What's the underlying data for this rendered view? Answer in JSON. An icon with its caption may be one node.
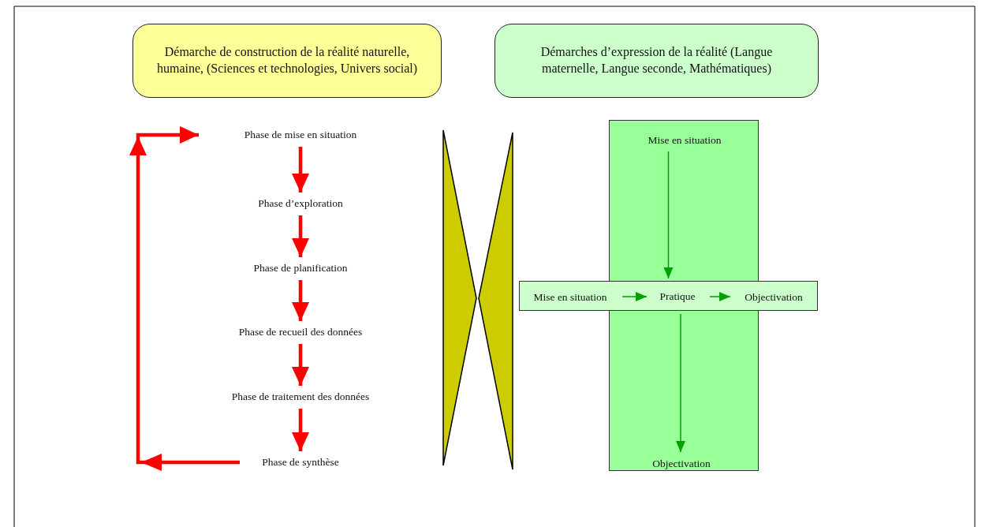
{
  "diagram": {
    "nodes": [
      {
        "text": [
          "Démarche de construction de la réalité naturelle, humaine, (Sciences et technologies, Univers social)"
        ]
      },
      {
        "text": [
          "Démarches d’expression de la réalité (Langue maternelle, Langue seconde, Mathématiques)"
        ]
      },
      {
        "text": [
          "Phase de mise en situation"
        ]
      },
      {
        "text": [
          "Phase d’exploration"
        ]
      },
      {
        "text": [
          "Phase de planification"
        ]
      },
      {
        "text": [
          "Phase de recueil des données"
        ]
      },
      {
        "text": [
          "Phase de traitement des données"
        ]
      },
      {
        "text": [
          "Phase de synthèse"
        ]
      },
      {
        "text": [],
        "shape": "box"
      },
      {
        "text": [
          "Mise en situation"
        ],
        "in": 8
      },
      {
        "text": [],
        "shape": "box"
      },
      {
        "text": [
          "Mise en situation"
        ],
        "in": 10
      },
      {
        "text": [
          "Pratique"
        ]
      },
      {
        "text": [
          "Objectivation"
        ],
        "in": 10
      },
      {
        "text": [
          "Objectivation"
        ],
        "in": 8
      }
    ],
    "edges": [
      {
        "from": 2,
        "to": 3,
        "arrow": "to"
      },
      {
        "from": 3,
        "to": 4,
        "arrow": "to"
      },
      {
        "from": 4,
        "to": 5,
        "arrow": "to"
      },
      {
        "from": 5,
        "to": 6,
        "arrow": "to"
      },
      {
        "from": 6,
        "to": 7,
        "arrow": "to"
      },
      {
        "from": 7,
        "to": 2,
        "arrow": "to"
      },
      {
        "from": 9,
        "to": 10,
        "arrow": "to",
        "color": "#00a000"
      },
      {
        "from": 10,
        "to": 14,
        "arrow": "to",
        "color": "#00a000"
      },
      {
        "from": 11,
        "to": 12,
        "arrow": "to",
        "color": "#00a000"
      },
      {
        "from": 12,
        "to": 13,
        "arrow": "to",
        "color": "#00a000"
      }
    ]
  }
}
